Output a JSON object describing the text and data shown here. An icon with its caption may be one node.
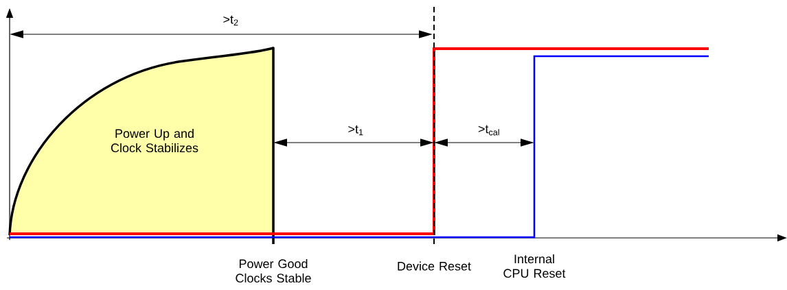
{
  "diagram": {
    "nodes": [
      {
        "text": [
          "Power Up and Clock Stabilizes"
        ]
      }
    ],
    "labels": [
      ">t$_{2}$",
      ">t$_{1}$",
      ">t$_{cal}$",
      "Power Good Clocks Stable",
      "Device Reset",
      "Internal CPU Reset"
    ]
  }
}
